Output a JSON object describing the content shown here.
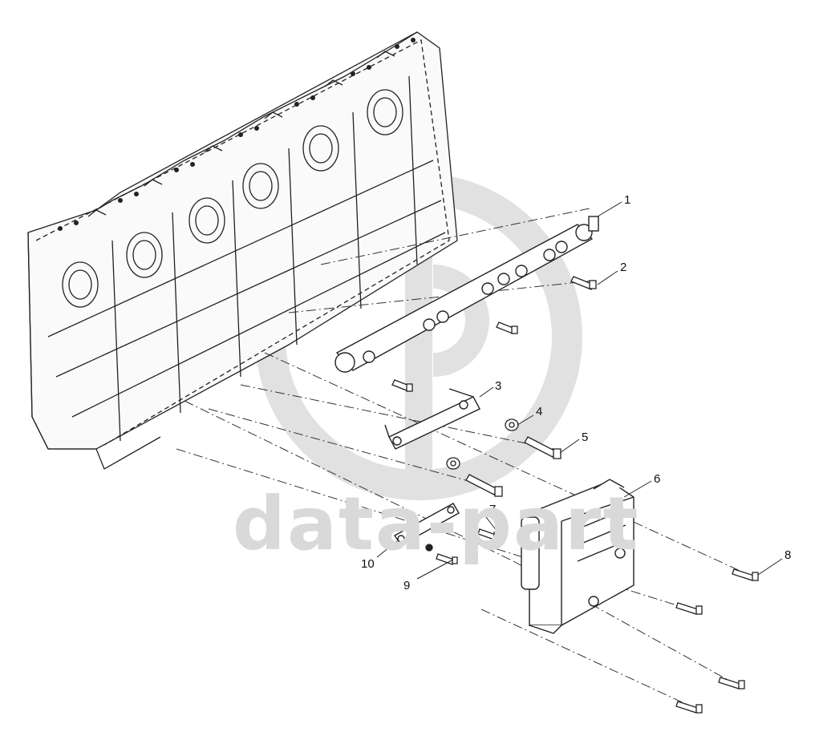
{
  "watermark": {
    "text": "data-part"
  },
  "callouts": [
    "1",
    "2",
    "3",
    "4",
    "5",
    "6",
    "7",
    "8",
    "9",
    "10"
  ]
}
